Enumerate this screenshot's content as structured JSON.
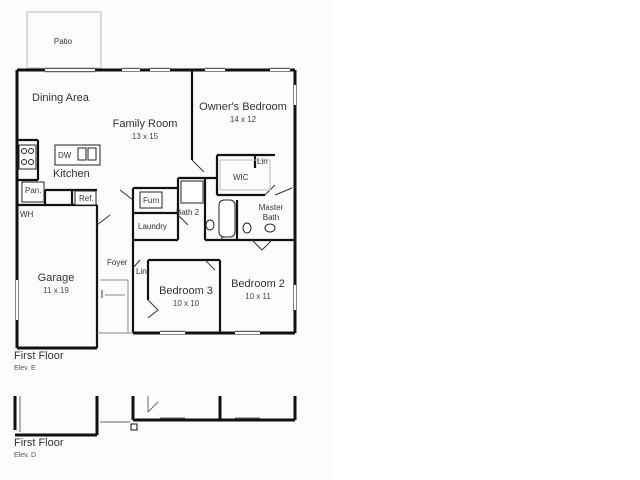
{
  "elevation_e": {
    "caption": "First Floor",
    "elevation": "Elev. E",
    "rooms": {
      "patio": "Patio",
      "dining_area": "Dining Area",
      "family_room": {
        "name": "Family Room",
        "dims": "13 x 15"
      },
      "owners_bedroom": {
        "name": "Owner's Bedroom",
        "dims": "14 x 12"
      },
      "kitchen": "Kitchen",
      "dw": "DW",
      "pantry": "Pan.",
      "refrigerator": "Ref.",
      "wh": "WH",
      "furnace": "Furn",
      "bath_2": "Bath 2",
      "laundry": "Laundry",
      "wic": "WIC",
      "linen_owner": "Lin",
      "master_bath": "Master Bath",
      "garage": {
        "name": "Garage",
        "dims": "11 x 19"
      },
      "foyer": "Foyer",
      "linen_hall": "Lin",
      "bedroom_3": {
        "name": "Bedroom 3",
        "dims": "10 x 10"
      },
      "bedroom_2": {
        "name": "Bedroom 2",
        "dims": "10 x 11"
      }
    }
  },
  "elevation_d": {
    "caption": "First Floor",
    "elevation": "Elev. D"
  }
}
